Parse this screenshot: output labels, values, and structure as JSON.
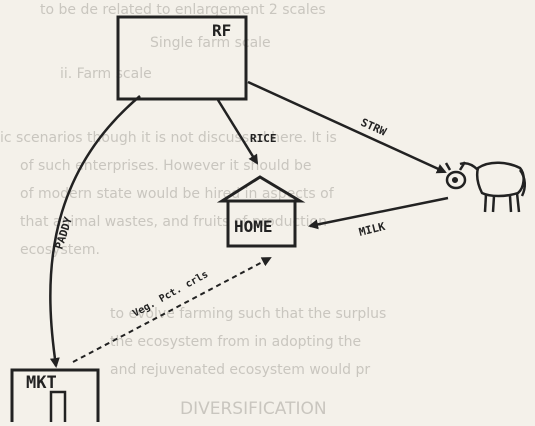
{
  "nodes": {
    "rf": "RF",
    "home": "HOME",
    "mkt": "MKT"
  },
  "edges": {
    "rice": "RICE",
    "strw": "STRW",
    "paddy": "PADDY",
    "milk": "MILK",
    "veg": "Veg. Pct. crls"
  },
  "background_text": {
    "line1": "to be de related to enlargement 2 scales",
    "line2": "Single farm scale",
    "line3": "ii. Farm scale",
    "line4": "ic scenarios though it is not discussed here. It is",
    "line5": "of such enterprises. However it should be",
    "line6": "of modern state would be hired in aspects of",
    "line7": "that animal wastes, and fruits of production",
    "line8": "ecosystem.",
    "line9": "to evolve farming such that the surplus",
    "line10": "the ecosystem from in adopting the",
    "line11": "and rejuvenated ecosystem would pr",
    "footer": "DIVERSIFICATION"
  },
  "colors": {
    "ink": "#222222",
    "paper": "#f4f1ea",
    "faint": "#c9c6bf"
  }
}
